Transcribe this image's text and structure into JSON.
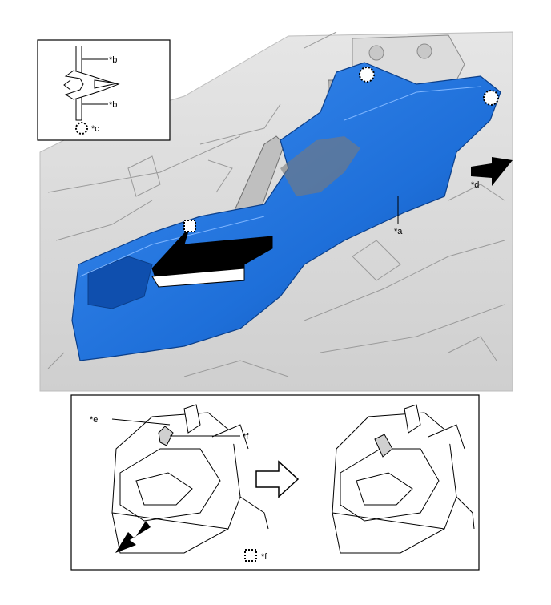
{
  "main_view": {
    "label_a": "*a",
    "label_d": "*d"
  },
  "detail_inset": {
    "label_b_top": "*b",
    "label_b_bottom": "*b",
    "legend_label_c": "*c"
  },
  "sequence_panel": {
    "label_e": "*e",
    "label_f": "*f",
    "legend_label_f": "*f"
  },
  "colors": {
    "part_blue": "#1e6fd9",
    "body_gray": "#d9d9d9",
    "line": "#000000"
  }
}
